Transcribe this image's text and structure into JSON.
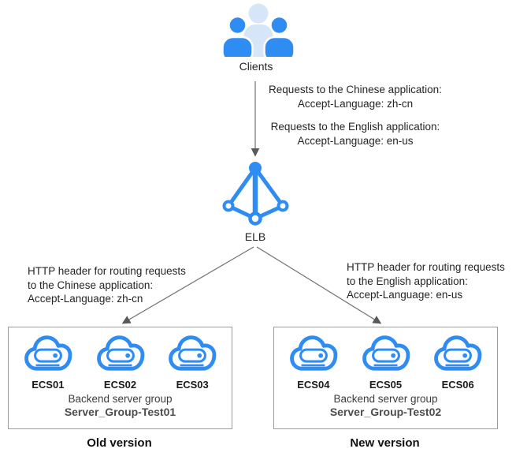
{
  "colors": {
    "primary_blue": "#2E8CF2",
    "light_blue": "#D7E5F9",
    "arrow_gray": "#6E7070",
    "arrowhead_gray": "#565A5C",
    "box_border_gray": "#9C9C9C",
    "text_dark": "#252525",
    "group_name_gray": "#4D4D4D"
  },
  "icons": {
    "clients": "clients-icon",
    "load_balancer": "elb-icon",
    "server": "ecs-cloud-server-icon"
  },
  "clients": {
    "label": "Clients"
  },
  "request_annotation": {
    "line1": "Requests to the Chinese application:",
    "line2": "Accept-Language: zh-cn",
    "line3": "Requests to the English application:",
    "line4": "Accept-Language: en-us"
  },
  "elb": {
    "label": "ELB"
  },
  "routes": [
    {
      "side": "left",
      "line1": "HTTP header for routing requests",
      "line2": "to the Chinese application:",
      "line3": "Accept-Language: zh-cn"
    },
    {
      "side": "right",
      "line1": "HTTP header for routing requests",
      "line2": "to the English application:",
      "line3": "Accept-Language: en-us"
    }
  ],
  "server_groups": [
    {
      "servers": [
        "ECS01",
        "ECS02",
        "ECS03"
      ],
      "caption": "Backend server group",
      "group_name": "Server_Group-Test01",
      "version_label": "Old version"
    },
    {
      "servers": [
        "ECS04",
        "ECS05",
        "ECS06"
      ],
      "caption": "Backend server group",
      "group_name": "Server_Group-Test02",
      "version_label": "New version"
    }
  ]
}
